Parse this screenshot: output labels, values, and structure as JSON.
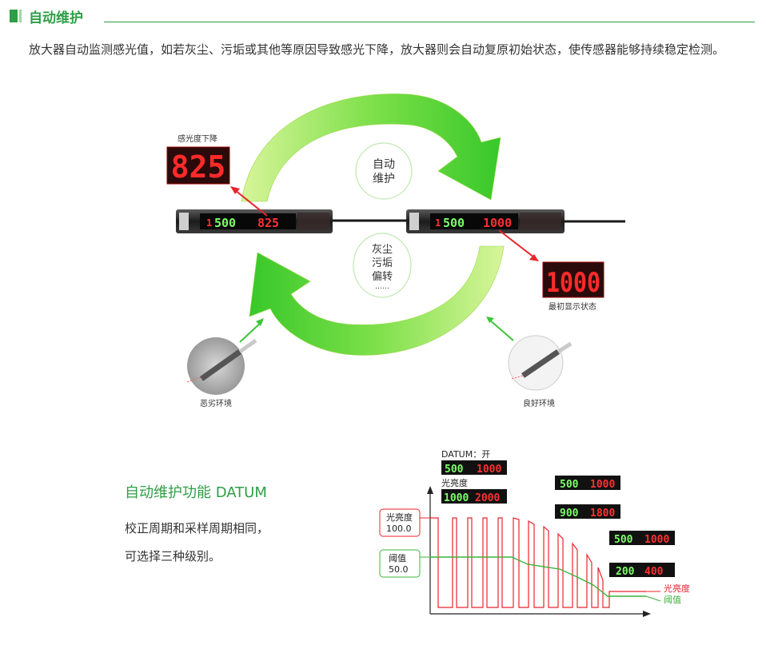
{
  "header": {
    "title": "自动维护"
  },
  "intro": {
    "text": "放大器自动监测感光值，如若灰尘、污垢或其他等原因导致感光下降，放大器则会自动复原初始状态，使传感器能够持续稳定检测。"
  },
  "cycle": {
    "top_label_1": "自动",
    "top_label_2": "维护",
    "mid_label_1": "灰尘",
    "mid_label_2": "污垢",
    "mid_label_3": "偏转",
    "mid_label_4": "……",
    "left_caption": "感光度下降",
    "left_big_display": "825",
    "right_caption": "最初显示状态",
    "right_big_display": "1000",
    "amp_left": {
      "ch": "1",
      "green": "500",
      "red": "825"
    },
    "amp_right": {
      "ch": "1",
      "green": "500",
      "red": "1000"
    },
    "bottom_left_caption": "恶劣环境",
    "bottom_right_caption": "良好环境"
  },
  "datum": {
    "title": "自动维护功能 DATUM",
    "line1": "校正周期和采样周期相同，",
    "line2": "可选择三种级别。",
    "label_datum": "DATUM：开",
    "label_brightness": "光亮度",
    "disp1": {
      "green": "500",
      "red": "1000"
    },
    "disp2": {
      "green": "1000",
      "red": "2000"
    },
    "disp3": {
      "green": "500",
      "red": "1000"
    },
    "disp4": {
      "green": "900",
      "red": "1800"
    },
    "disp5": {
      "green": "500",
      "red": "1000"
    },
    "disp6": {
      "green": "200",
      "red": "400"
    },
    "box_brightness_1": "光亮度",
    "box_brightness_2": "100.0",
    "box_threshold_1": "阈值",
    "box_threshold_2": "50.0",
    "legend_brightness": "光亮度",
    "legend_threshold": "阈值",
    "colors": {
      "brightness": "#e8242c",
      "threshold": "#3cb43c"
    }
  }
}
